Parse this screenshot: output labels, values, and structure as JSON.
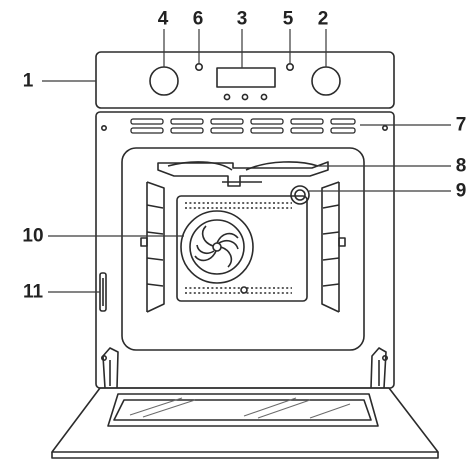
{
  "diagram": {
    "callouts": [
      {
        "id": "c1",
        "label": "1",
        "part": "control-panel"
      },
      {
        "id": "c2",
        "label": "2",
        "part": "right-knob"
      },
      {
        "id": "c3",
        "label": "3",
        "part": "display"
      },
      {
        "id": "c4",
        "label": "4",
        "part": "left-knob"
      },
      {
        "id": "c5",
        "label": "5",
        "part": "right-indicator"
      },
      {
        "id": "c6",
        "label": "6",
        "part": "left-indicator"
      },
      {
        "id": "c7",
        "label": "7",
        "part": "vent-slots"
      },
      {
        "id": "c8",
        "label": "8",
        "part": "top-heating-element"
      },
      {
        "id": "c9",
        "label": "9",
        "part": "oven-lamp"
      },
      {
        "id": "c10",
        "label": "10",
        "part": "fan"
      },
      {
        "id": "c11",
        "label": "11",
        "part": "door-latch"
      }
    ]
  },
  "colors": {
    "line": "#2b2b2b",
    "leader": "#3a3a3a",
    "glass_streak": "#6a6a6a"
  }
}
